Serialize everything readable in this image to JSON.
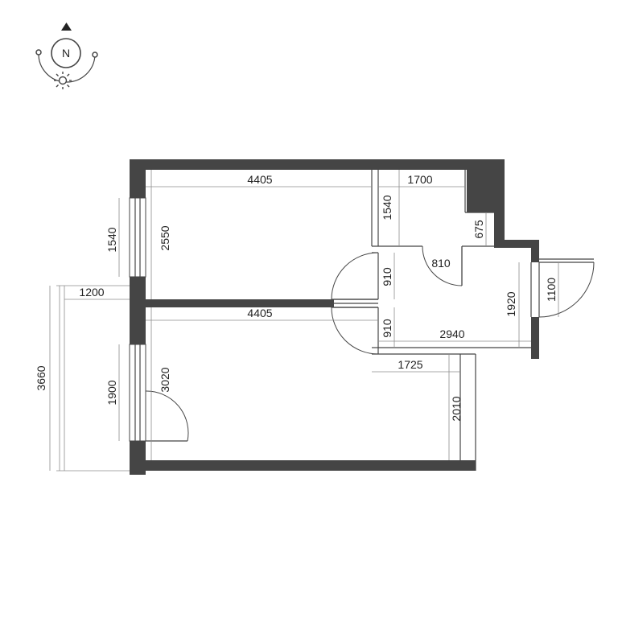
{
  "compass": {
    "label": "N"
  },
  "dimensions": {
    "top_room_width": "4405",
    "bathroom_width": "1700",
    "bathroom_height": "1540",
    "bath_recess": "675",
    "bath_door": "810",
    "left_window": "1540",
    "top_room_height": "2550",
    "balcony_width": "1200",
    "balcony_length": "3660",
    "middle_wall_length": "4405",
    "corridor_upper": "910",
    "corridor_lower": "910",
    "corridor_height": "1920",
    "entry_door": "1100",
    "corridor_width": "2940",
    "lower_right_width": "1725",
    "balcony_door": "1900",
    "bottom_room_height": "3020",
    "bottom_right_height": "2010"
  },
  "colors": {
    "wall": "#454545",
    "dimension": "#8c8c8c",
    "background": "#ffffff"
  }
}
